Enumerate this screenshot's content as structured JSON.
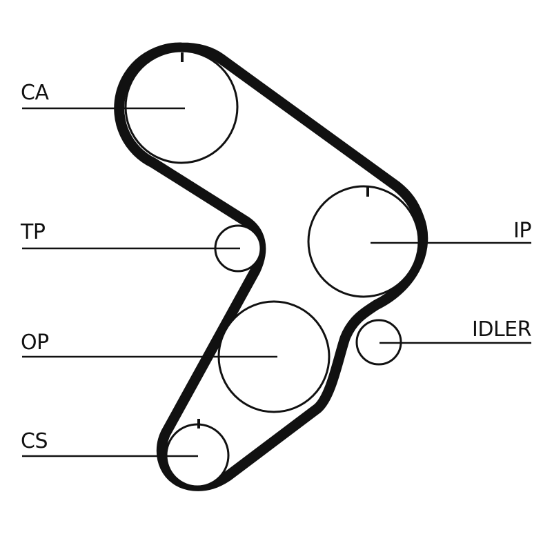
{
  "labels": {
    "ca": "CA",
    "tp": "TP",
    "op": "OP",
    "cs": "CS",
    "ip": "IP",
    "idler": "IDLER"
  },
  "colors": {
    "ink": "#111111",
    "background": "#ffffff"
  }
}
